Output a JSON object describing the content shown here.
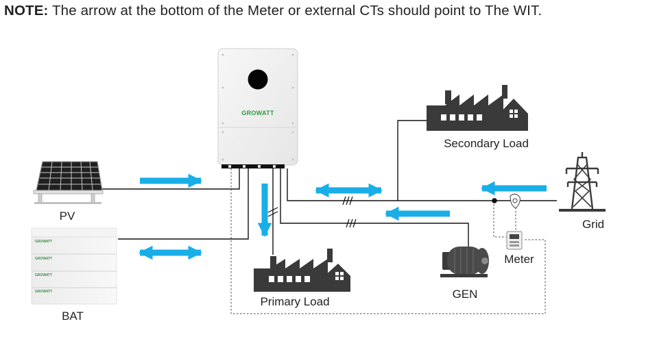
{
  "note": {
    "prefix": "NOTE:",
    "text": " The arrow at the bottom of the Meter or external CTs should point to The WIT."
  },
  "inverter": {
    "brand": "GROWATT"
  },
  "battery": {
    "module_brand": "GROWATT"
  },
  "labels": {
    "pv": "PV",
    "bat": "BAT",
    "primary_load": "Primary Load",
    "secondary_load": "Secondary Load",
    "grid": "Grid",
    "meter": "Meter",
    "gen": "GEN"
  },
  "colors": {
    "arrow": "#19aee8",
    "icon": "#3a3a3a",
    "line": "#111111",
    "brand_green": "#2b9a3e"
  }
}
